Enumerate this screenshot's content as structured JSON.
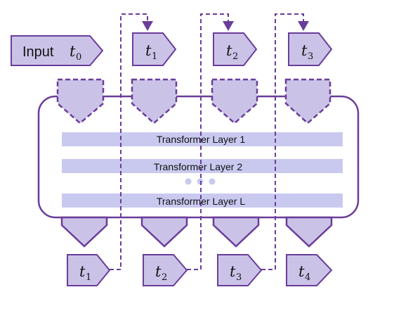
{
  "input_token": {
    "label": "Input",
    "var": "t",
    "sub": "0"
  },
  "top_tokens": [
    {
      "var": "t",
      "sub": "1"
    },
    {
      "var": "t",
      "sub": "2"
    },
    {
      "var": "t",
      "sub": "3"
    }
  ],
  "bottom_tokens": [
    {
      "var": "t",
      "sub": "1"
    },
    {
      "var": "t",
      "sub": "2"
    },
    {
      "var": "t",
      "sub": "3"
    },
    {
      "var": "t",
      "sub": "4"
    }
  ],
  "layers": [
    {
      "label": "Transformer Layer 1"
    },
    {
      "label": "Transformer Layer 2"
    },
    {
      "label": "Transformer Layer L"
    }
  ],
  "colors": {
    "token_fill": "#cbc3e7",
    "token_stroke": "#6a3d9a",
    "layer_fill": "#c9c9f0",
    "ellipsis_dot": "#c9c9f0",
    "arrow": "#6a3d9a"
  }
}
